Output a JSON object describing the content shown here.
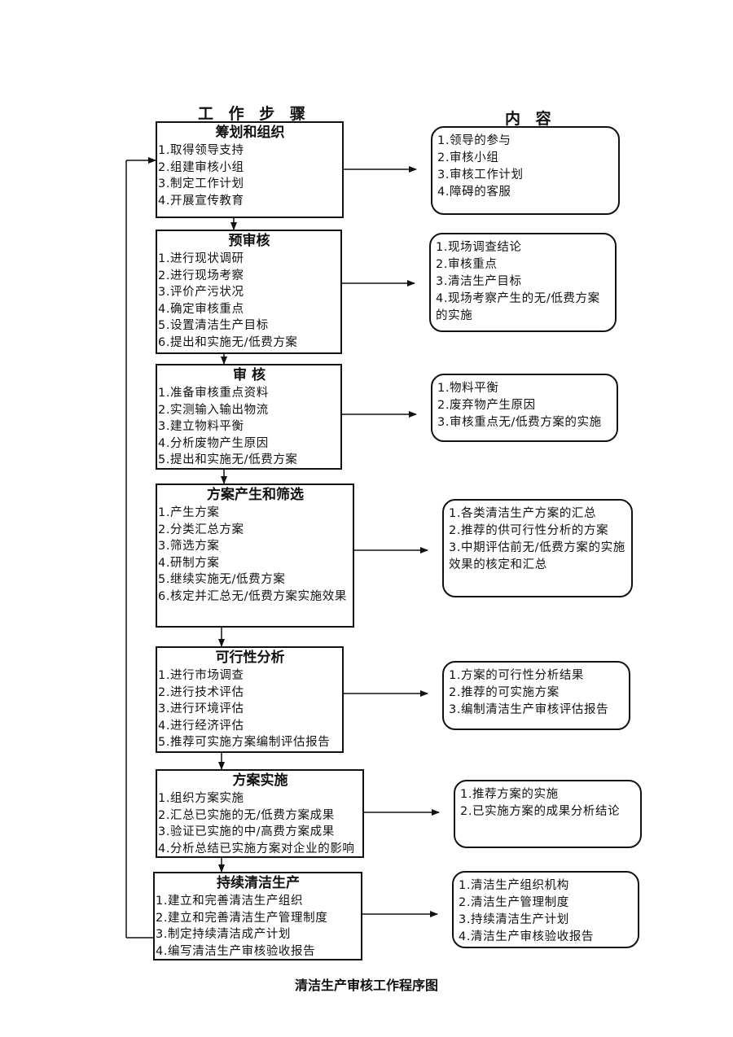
{
  "headers": {
    "steps": "工 作 步 骤",
    "content": "内  容"
  },
  "steps": [
    {
      "title": "筹划和组织",
      "items": [
        "1.取得领导支持",
        "2.组建审核小组",
        "3.制定工作计划",
        "4.开展宣传教育"
      ]
    },
    {
      "title": "预审核",
      "items": [
        "1.进行现状调研",
        "2.进行现场考察",
        "3.评价产污状况",
        "4.确定审核重点",
        "5.设置清洁生产目标",
        "6.提出和实施无/低费方案"
      ]
    },
    {
      "title": "审  核",
      "items": [
        "1.准备审核重点资料",
        "2.实测输入输出物流",
        "3.建立物料平衡",
        "4.分析废物产生原因",
        "5.提出和实施无/低费方案"
      ]
    },
    {
      "title": "方案产生和筛选",
      "items": [
        "1.产生方案",
        "2.分类汇总方案",
        "3.筛选方案",
        "4.研制方案",
        "5.继续实施无/低费方案",
        "6.核定并汇总无/低费方案实施效果"
      ]
    },
    {
      "title": "可行性分析",
      "items": [
        "1.进行市场调查",
        "2.进行技术评估",
        "3.进行环境评估",
        "4.进行经济评估",
        "5.推荐可实施方案编制评估报告"
      ]
    },
    {
      "title": "方案实施",
      "items": [
        "1.组织方案实施",
        "2.汇总已实施的无/低费方案成果",
        "3.验证已实施的中/高费方案成果",
        "4.分析总结已实施方案对企业的影响"
      ]
    },
    {
      "title": "持续清洁生产",
      "items": [
        "1.建立和完善清洁生产组织",
        "2.建立和完善清洁生产管理制度",
        "3.制定持续清洁成产计划",
        "4.编写清洁生产审核验收报告"
      ]
    }
  ],
  "contents": [
    {
      "items": [
        "1.领导的参与",
        "2.审核小组",
        "3.审核工作计划",
        "4.障碍的客服"
      ]
    },
    {
      "items": [
        "1.现场调查结论",
        "2.审核重点",
        "3.清洁生产目标",
        "4.现场考察产生的无/低费方案的实施"
      ]
    },
    {
      "items": [
        "1.物料平衡",
        "2.废弃物产生原因",
        "3.审核重点无/低费方案的实施"
      ]
    },
    {
      "items": [
        "1.各类清洁生产方案的汇总",
        "2.推荐的供可行性分析的方案",
        "3.中期评估前无/低费方案的实施效果的核定和汇总"
      ]
    },
    {
      "items": [
        "1.方案的可行性分析结果",
        "2.推荐的可实施方案",
        "3.编制清洁生产审核评估报告"
      ]
    },
    {
      "items": [
        "1.推荐方案的实施",
        "2.已实施方案的成果分析结论"
      ]
    },
    {
      "items": [
        "1.清洁生产组织机构",
        "2.清洁生产管理制度",
        "3.持续清洁生产计划",
        "4.清洁生产审核验收报告"
      ]
    }
  ],
  "caption": "清洁生产审核工作程序图"
}
